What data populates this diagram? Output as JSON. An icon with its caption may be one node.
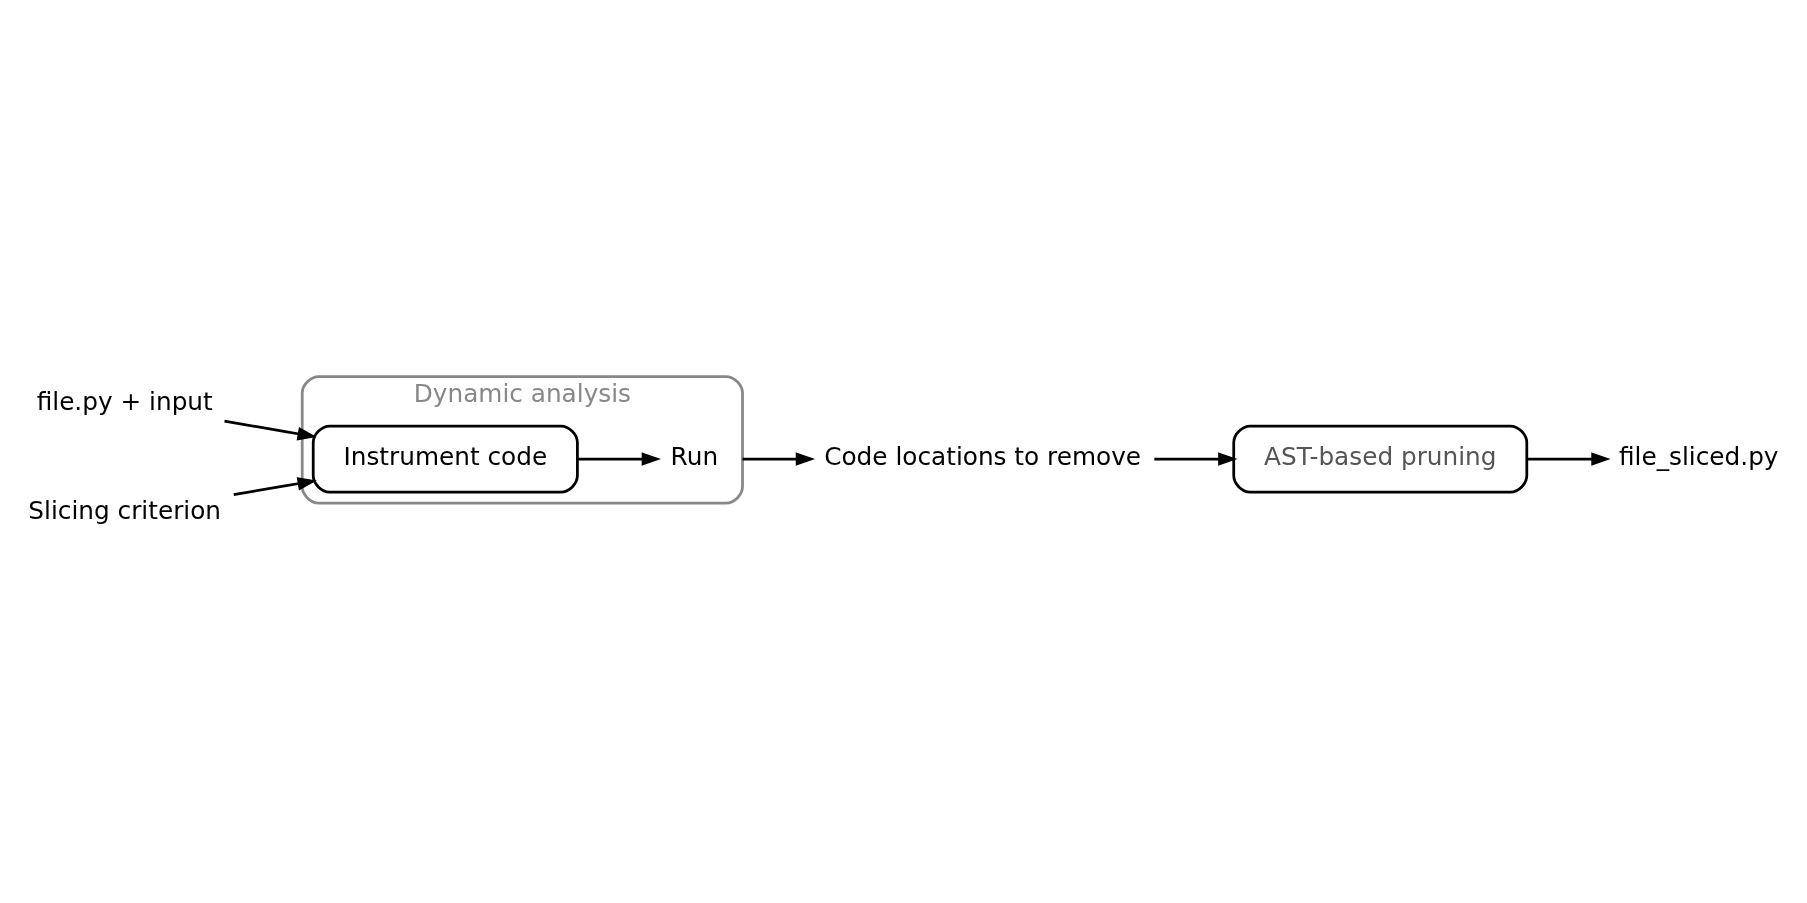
{
  "diagram": {
    "nodes": [
      {
        "text": [
          "file.py + input"
        ]
      },
      {
        "text": [
          "Slicing criterion"
        ]
      },
      {
        "text": [
          "Dynamic analysis"
        ]
      },
      {
        "text": [
          "Instrument code"
        ],
        "in": 2
      },
      {
        "text": [
          "Run"
        ],
        "in": 2
      },
      {
        "text": [
          "Code locations to remove"
        ]
      },
      {
        "text": [
          "AST-based pruning"
        ]
      },
      {
        "text": [
          "file_sliced.py"
        ]
      }
    ],
    "edges": [
      {
        "from": 0,
        "to": 3,
        "arrow": "to"
      },
      {
        "from": 1,
        "to": 3,
        "arrow": "to"
      },
      {
        "from": 3,
        "to": 4,
        "arrow": "to"
      },
      {
        "from": 2,
        "to": 5,
        "arrow": "to"
      },
      {
        "from": 5,
        "to": 6,
        "arrow": "to"
      },
      {
        "from": 6,
        "to": 7,
        "arrow": "to"
      }
    ]
  }
}
